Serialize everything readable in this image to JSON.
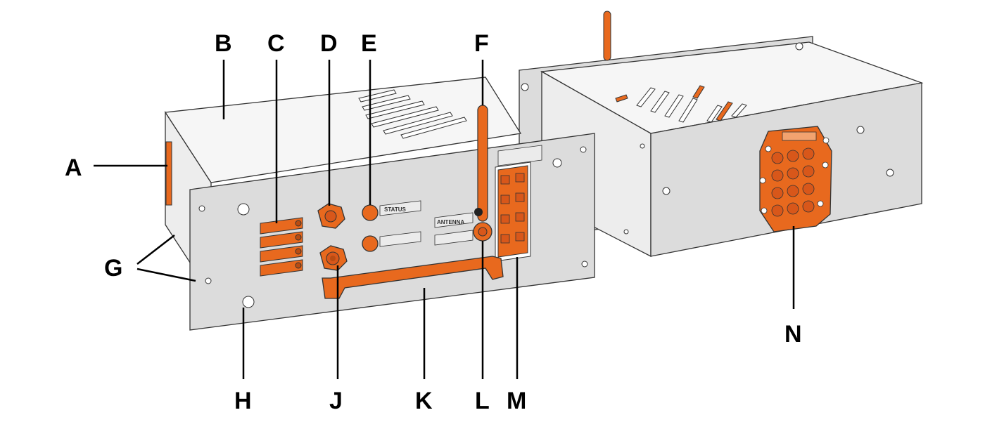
{
  "callouts": {
    "a": "A",
    "b": "B",
    "c": "C",
    "d": "D",
    "e": "E",
    "f": "F",
    "g": "G",
    "h": "H",
    "j": "J",
    "k": "K",
    "l": "L",
    "m": "M",
    "n": "N"
  },
  "panel_labels": {
    "status": "STATUS",
    "antenna": "ANTENNA"
  },
  "colors": {
    "accent": "#E8691E",
    "panel": "#DCDCDC",
    "panel_dark": "#C9C9C9",
    "top": "#F6F6F6",
    "outline": "#333333",
    "callout": "#000000"
  }
}
